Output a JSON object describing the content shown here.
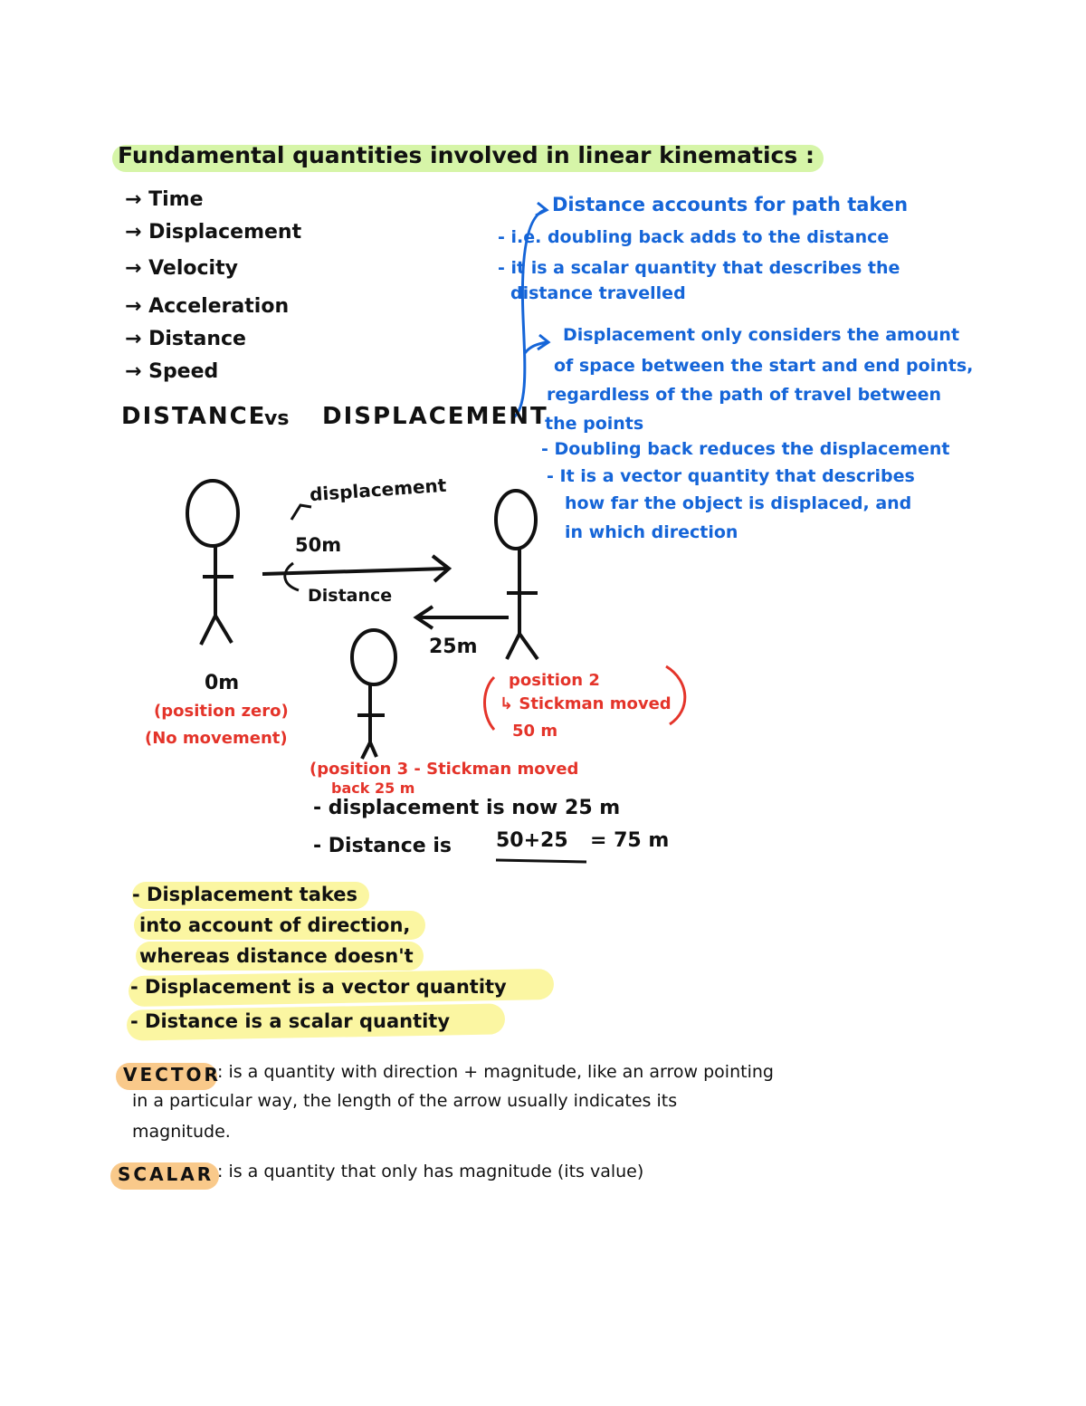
{
  "title": "Fundamental quantities involved in linear kinematics :",
  "quantities": [
    "→ Time",
    "→ Displacement",
    "→ Velocity",
    "→ Acceleration",
    "→ Distance",
    "→ Speed"
  ],
  "distance_vs_displacement": {
    "heading_left": "DISTANCE",
    "heading_vs": "vs",
    "heading_right": "DISPLACEMENT"
  },
  "distance_notes": [
    "Distance accounts for path taken",
    "- i.e. doubling back adds to the distance",
    "- it is a scalar quantity that describes the",
    "distance travelled"
  ],
  "displacement_notes": [
    "Displacement only considers the amount",
    "of space between the start and end points,",
    "regardless of the path of travel between",
    "the points",
    "- Doubling back reduces the displacement",
    "- It is a vector quantity that describes",
    "how far the object is displaced, and",
    "in which direction"
  ],
  "diagram": {
    "displacement_label": "displacement",
    "label_50m": "50m",
    "distance_label": "Distance",
    "label_25m": "25m",
    "label_0m": "0m",
    "position_zero": [
      "(position zero)",
      "(No movement)"
    ],
    "position_2": [
      "position 2",
      "↳ Stickman moved",
      "50 m"
    ],
    "position_3": [
      "(position 3 - Stickman moved",
      "back 25 m"
    ],
    "result_displacement": "- displacement is now 25 m",
    "result_distance_prefix": "- Distance is",
    "result_distance_sum": "50+25",
    "result_distance_total": "= 75 m"
  },
  "summary": [
    "- Displacement takes",
    "into account of direction,",
    "whereas distance doesn't",
    "- Displacement is a vector quantity",
    "- Distance is a scalar quantity"
  ],
  "definitions": {
    "vector_term": "VECTOR",
    "vector_lines": [
      ": is a quantity with direction + magnitude, like an arrow pointing",
      "in a particular way, the length of the arrow usually indicates its",
      "magnitude."
    ],
    "scalar_term": "SCALAR",
    "scalar_text": ": is a quantity that only has magnitude (its value)"
  },
  "colors": {
    "title_highlight": "#d6f5a8",
    "summary_highlight": "#fbf6a2",
    "term_highlight": "#f9c98a",
    "blue_ink": "#1565d8",
    "red_ink": "#e4342a",
    "black_ink": "#111111"
  }
}
